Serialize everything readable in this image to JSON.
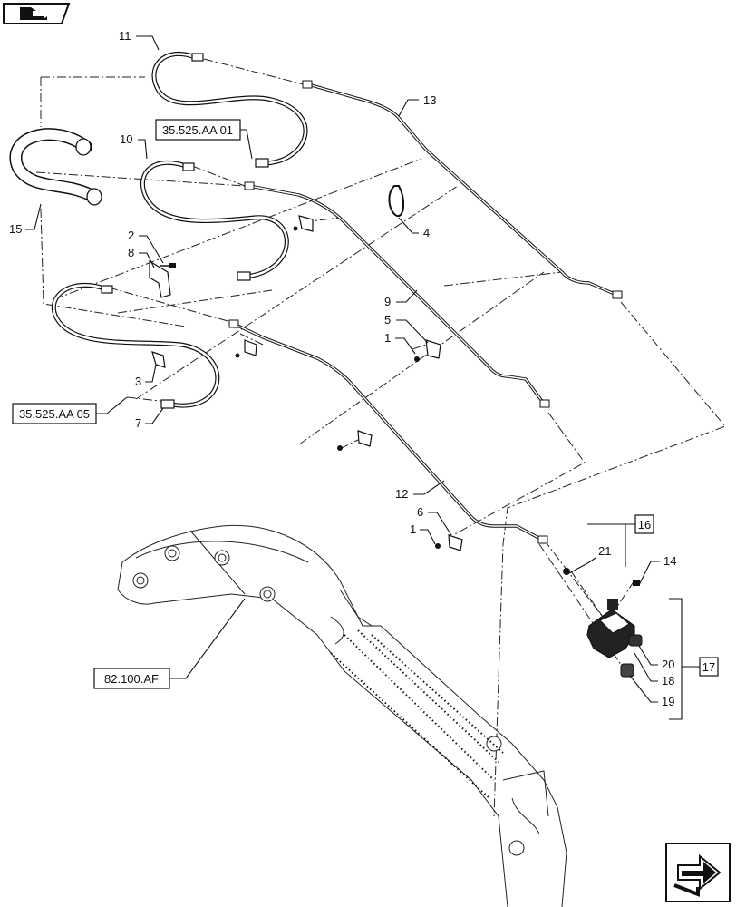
{
  "icons": {
    "top_left": "folder-arrow-icon",
    "bottom_right": "next-page-arrow-icon"
  },
  "refs": {
    "r1": "35.525.AA 01",
    "r2": "35.525.AA 05",
    "r3": "82.100.AF"
  },
  "callouts": {
    "c1a": "1",
    "c1b": "1",
    "c2": "2",
    "c3": "3",
    "c4": "4",
    "c5": "5",
    "c6": "6",
    "c7": "7",
    "c8": "8",
    "c9": "9",
    "c10": "10",
    "c11": "11",
    "c12": "12",
    "c13": "13",
    "c14": "14",
    "c15": "15",
    "c16": "16",
    "c17": "17",
    "c18": "18",
    "c19": "19",
    "c20": "20",
    "c21": "21"
  }
}
